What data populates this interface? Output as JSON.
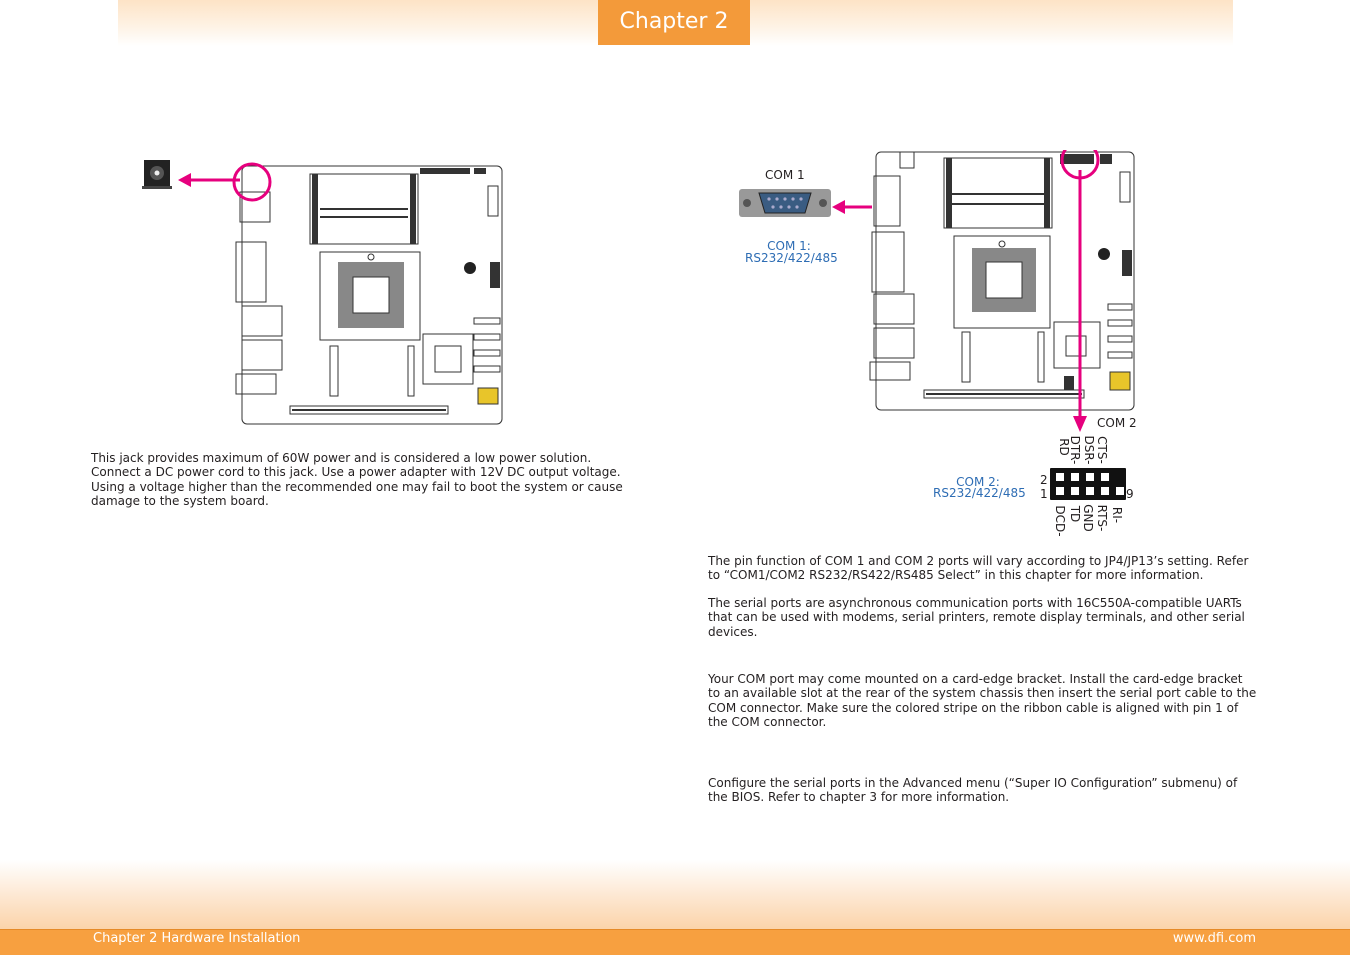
{
  "header": {
    "chapter_tab": "Chapter 2"
  },
  "left": {
    "description": "This jack provides maximum of 60W power and is considered a low power solution. Connect a DC power cord to this jack. Use a power adapter with 12V DC output voltage. Using a voltage higher than the recommended one may fail to boot the system or cause damage to the system board."
  },
  "right": {
    "com1_label": "COM 1",
    "com1_type_line1": "COM 1:",
    "com1_type_line2": "RS232/422/485",
    "com2_label": "COM 2",
    "com2_type_line1": "COM 2:",
    "com2_type_line2": "RS232/422/485",
    "pin_top_numbers": {
      "left": "2"
    },
    "pin_bottom_numbers": {
      "left": "1",
      "right": "9"
    },
    "pins_top": [
      "RD",
      "DTR-",
      "DSR-",
      "CTS-"
    ],
    "pins_bottom": [
      "DCD-",
      "TD",
      "GND",
      "RTS-",
      "RI-"
    ],
    "paragraphs": [
      "The pin function of COM 1 and COM 2 ports will vary according to JP4/JP13’s setting. Refer to “COM1/COM2 RS232/RS422/RS485 Select” in this chapter for more information.",
      "The serial ports are asynchronous communication ports with 16C550A-compatible UARTs that can be used with modems, serial printers, remote display terminals, and other serial devices.",
      "Your COM port may come mounted on a card-edge bracket. Install the card-edge bracket to an available slot at the rear of the system chassis then insert the serial port cable to the COM connector. Make sure the colored stripe on the ribbon cable is aligned with pin 1 of the COM connector.",
      "Configure the serial ports in the Advanced menu (“Super IO Configuration” submenu) of the BIOS. Refer to chapter 3 for more information."
    ]
  },
  "footer": {
    "left": "Chapter 2 Hardware Installation",
    "right": "www.dfi.com"
  },
  "colors": {
    "accent": "#f39a3a",
    "highlight": "#e6007e",
    "label_blue": "#2e6db4"
  }
}
